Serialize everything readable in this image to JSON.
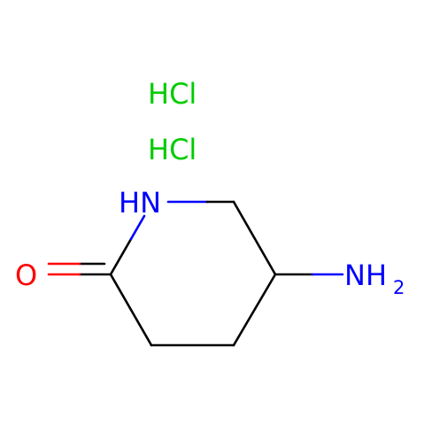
{
  "salts": [
    {
      "text": "HCl",
      "color": "#00cc00"
    },
    {
      "text": "HCl",
      "color": "#00cc00"
    }
  ],
  "atoms": {
    "nh": {
      "text": "HN",
      "color": "#0000ff"
    },
    "o": {
      "text": "O",
      "color": "#ff0000"
    },
    "nh2": {
      "text": "NH",
      "sub": "2",
      "color": "#0000ff"
    }
  },
  "colors": {
    "bond": "#000000",
    "nitrogen": "#0000ff",
    "oxygen": "#ff0000",
    "chlorine": "#00cc00",
    "background": "#ffffff"
  }
}
